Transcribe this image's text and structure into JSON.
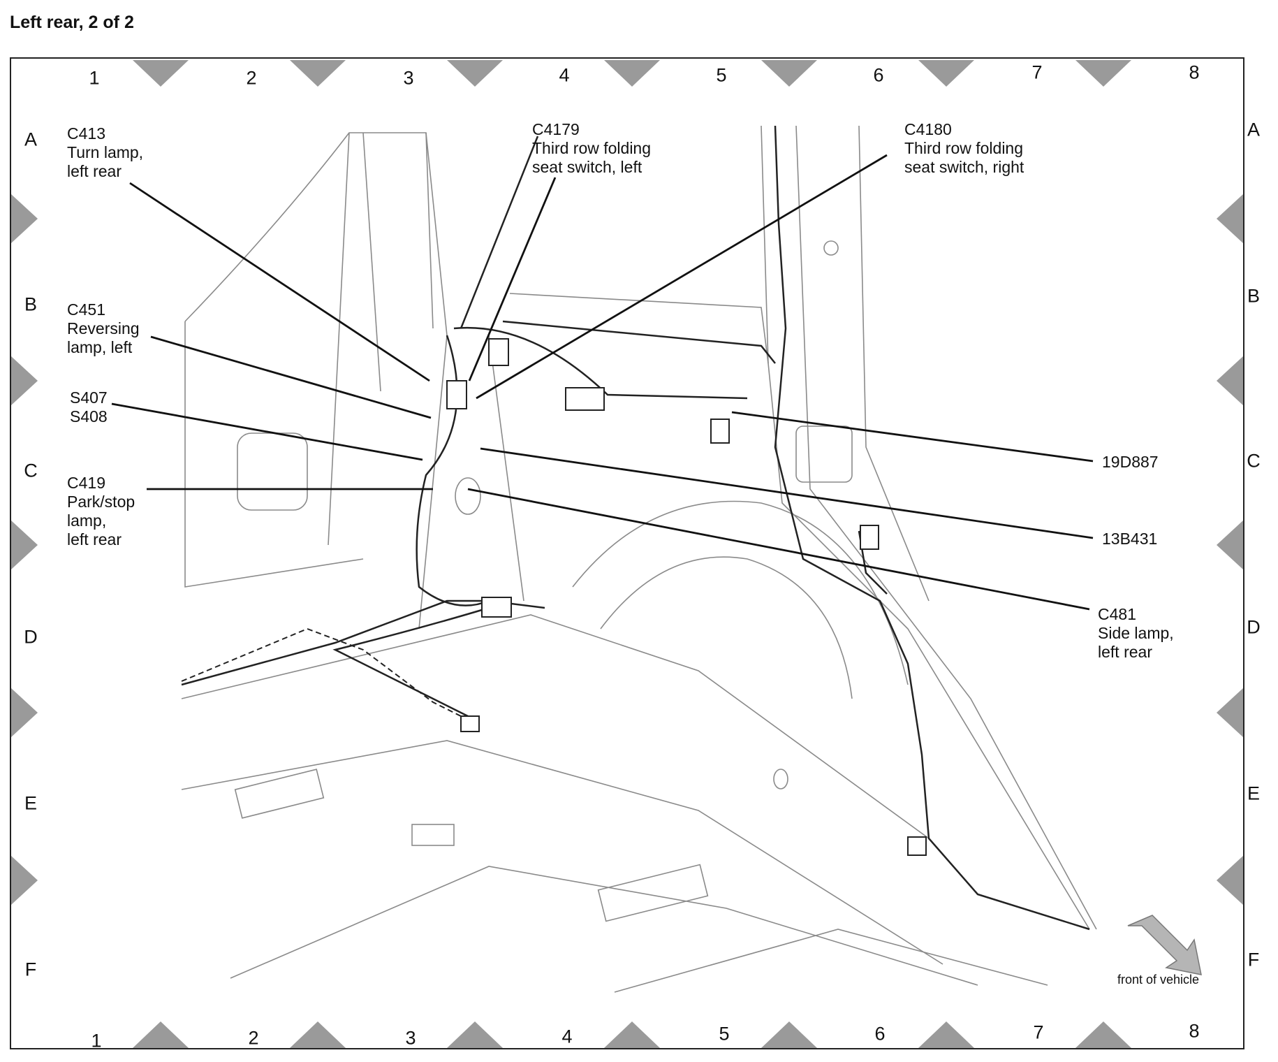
{
  "title": "Left rear, 2 of 2",
  "grid": {
    "columns": [
      "1",
      "2",
      "3",
      "4",
      "5",
      "6",
      "7",
      "8"
    ],
    "rows": [
      "A",
      "B",
      "C",
      "D",
      "E",
      "F"
    ]
  },
  "callouts": {
    "c413": "C413\nTurn lamp,\nleft rear",
    "c4179": "C4179\nThird row folding\nseat switch, left",
    "c4180": "C4180\nThird row folding\nseat switch, right",
    "c451": "C451\nReversing\nlamp, left",
    "s407": "S407\nS408",
    "c419": "C419\nPark/stop\nlamp,\nleft rear",
    "19d887": "19D887",
    "13b431": "13B431",
    "c481": "C481\nSide lamp,\nleft rear"
  },
  "orientation_label": "front of vehicle",
  "colors": {
    "line": "#111111",
    "sketch": "#8a8a8a",
    "marker": "#9a9a9a"
  }
}
